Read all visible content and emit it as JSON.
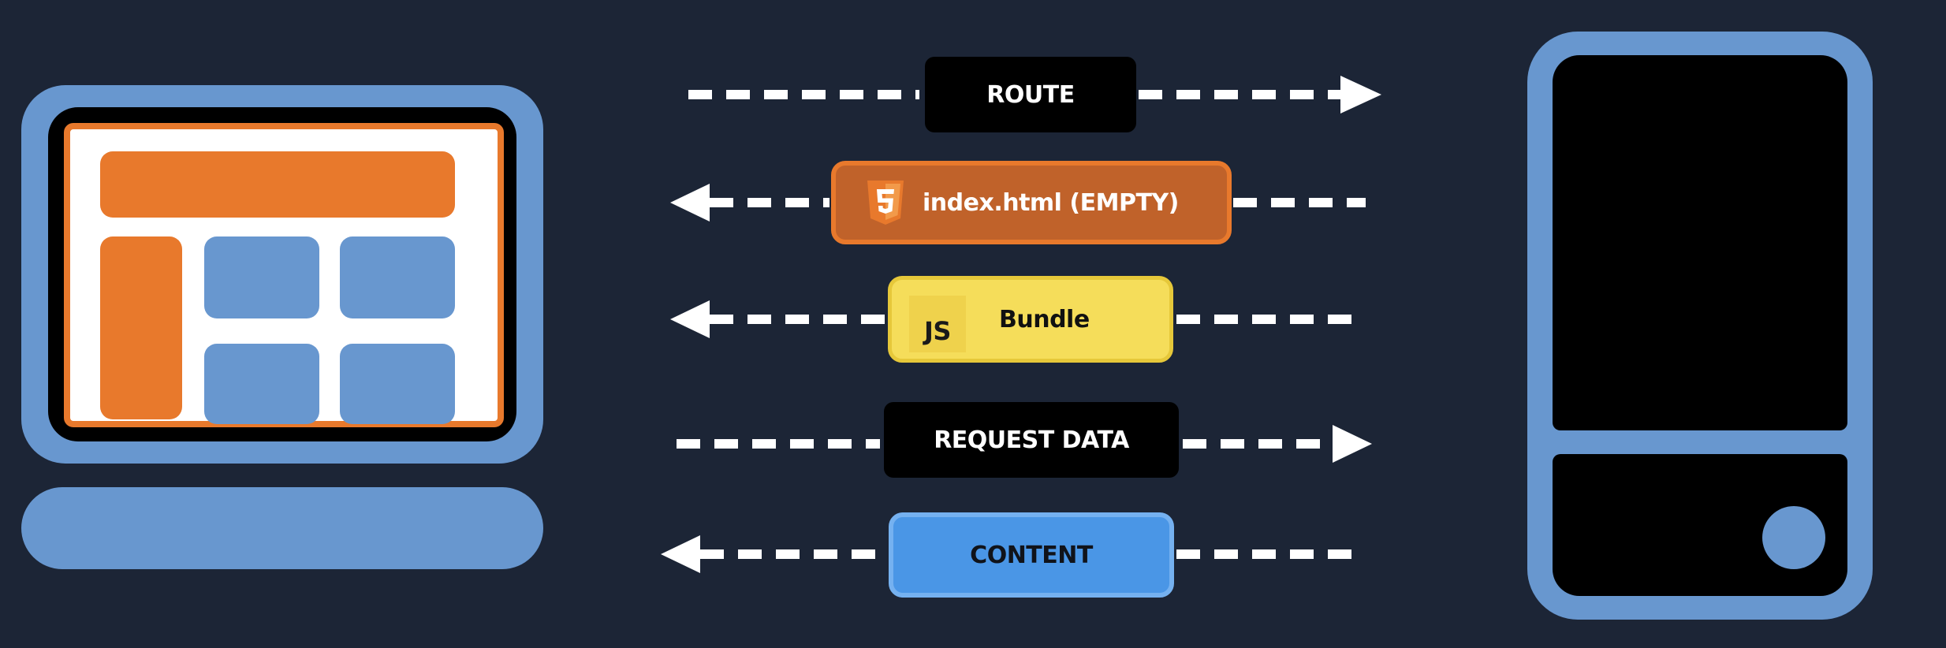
{
  "colors": {
    "background": "#1c2536",
    "device_blue": "#6897cf",
    "accent_orange": "#e8792c",
    "arrow_white": "#ffffff",
    "bundle_yellow": "#f5dd5a",
    "content_blue": "#4a96e6"
  },
  "devices": {
    "left": "laptop-icon",
    "right": "phone-icon"
  },
  "flows": [
    {
      "id": "route",
      "label": "ROUTE",
      "direction": "to-phone"
    },
    {
      "id": "index",
      "label": "index.html (EMPTY)",
      "icon": "html5-icon",
      "direction": "to-laptop"
    },
    {
      "id": "bundle",
      "label": "Bundle",
      "icon_text": "JS",
      "direction": "to-laptop"
    },
    {
      "id": "request",
      "label": "REQUEST DATA",
      "direction": "to-phone"
    },
    {
      "id": "content",
      "label": "CONTENT",
      "direction": "to-laptop"
    }
  ]
}
